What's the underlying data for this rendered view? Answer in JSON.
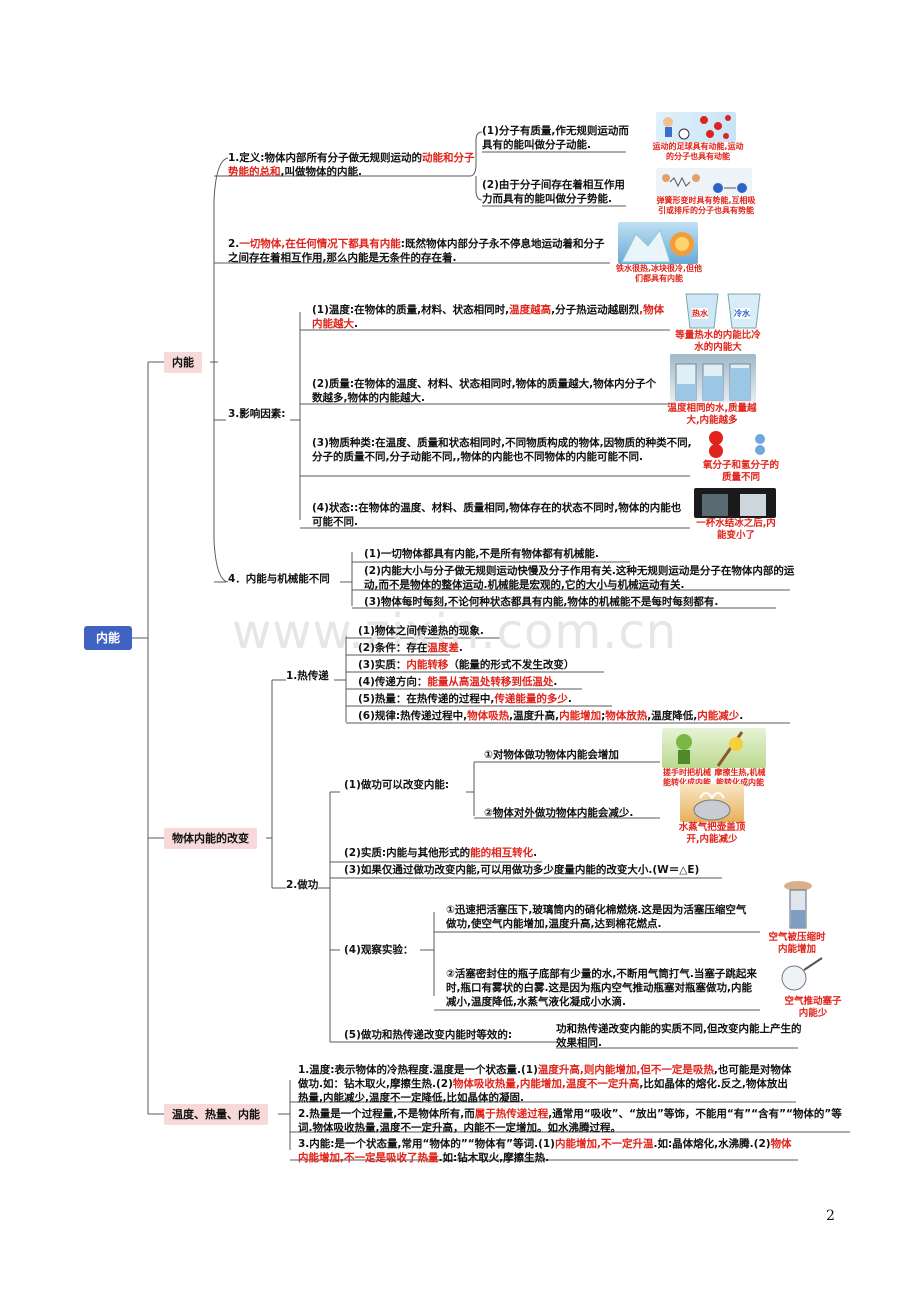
{
  "root": "内能",
  "watermark": "www.zixin.com.cn",
  "page_number": "2",
  "branches": {
    "neineng": {
      "label": "内能",
      "def": {
        "p1": "1.定义:物体内部所有分子做无规则运动的",
        "red": "动能和分子势能的总和",
        "p2": ",叫做物体的内能."
      },
      "ke": "(1)分子有质量,作无规则运动而具有的能叫做分子动能.",
      "pe": "(2)由于分子间存在着相互作用力而具有的能叫做分子势能.",
      "img_ke_cap": "运动的足球具有动能,运动的分子也具有动能",
      "img_pe_cap": "弹簧形变时具有势能,互相吸引或排斥的分子也具有势能",
      "always": {
        "num": "2.",
        "red": "一切物体,在任何情况下都具有内能",
        "p2": ":既然物体内部分子永不停息地运动着和分子之间存在着相互作用,那么内能是无条件的存在着."
      },
      "img_ice_cap": "铁水很热,冰块很冷,但他们都具有内能",
      "factors_label": "3.影响因素:",
      "temp": {
        "p1": "(1)温度:在物体的质量,材料、状态相同时,",
        "red1": "温度越高",
        "p2": ",分子热运动越剧烈",
        "red2": ",物体内能越大",
        "p3": "."
      },
      "hot_label": "热水",
      "cold_label": "冷水",
      "img_temp_cap": "等量热水的内能比冷水的内能大",
      "mass": "(2)质量:在物体的温度、材料、状态相同时,物体的质量越大,物体内分子个数越多,物体的内能越大.",
      "img_mass_cap": "温度相同的水,质量越大,内能越多",
      "kind": "(3)物质种类:在温度、质量和状态相同时,不同物质构成的物体,因物质的种类不同,分子的质量不同,分子动能不同,,物体的内能也不同物体的内能可能不同.",
      "img_kind_cap": "氧分子和氢分子的质量不同",
      "state": "(4)状态::在物体的温度、材料、质量相同,物体存在的状态不同时,物体的内能也可能不同.",
      "img_state_cap": "一杯水结冰之后,内能变小了",
      "mech_label": "4．内能与机械能不同",
      "mech1": "(1)一切物体都具有内能,不是所有物体都有机械能.",
      "mech2": "(2)内能大小与分子做无规则运动快慢及分子作用有关.这种无规则运动是分子在物体内部的运动,而不是物体的整体运动.机械能是宏观的,它的大小与机械运动有关.",
      "mech3": "(3)物体每时每刻,不论何种状态都具有内能,物体的机械能不是每时每刻都有."
    },
    "change": {
      "label": "物体内能的改变",
      "heat_label": "1.热传递",
      "h1": "(1)物体之间传递热的现象.",
      "h2": {
        "p1": "(2)条件：存在",
        "red": "温度差",
        "p2": "."
      },
      "h3": {
        "p1": "(3)实质：",
        "red": "内能转移",
        "p2": "（能量的形式不发生改变）"
      },
      "h4": {
        "p1": "(4)传递方向：",
        "red": "能量从高温处转移到低温处",
        "p2": "."
      },
      "h5": {
        "p1": "(5)热量：在热传递的过程中,",
        "red": "传递能量的多少",
        "p2": "."
      },
      "h6": {
        "p1": "(6)规律:热传递过程中,",
        "r1": "物体吸热",
        "p2": ",温度升高,",
        "r2": "内能增加",
        "p3": ";",
        "r3": "物体放热",
        "p4": ",温度降低,",
        "r4": "内能减少",
        "p5": "."
      },
      "work_label": "2.做功",
      "w1": "(1)做功可以改变内能:",
      "w1a": "①对物体做功物体内能会增加",
      "w1b": "②物体对外做功物体内能会减少.",
      "img_w1a_cap1": "搓手时把机械能转化成内能",
      "img_w1a_cap2": "摩擦生热,机械能转化成内能",
      "img_w1b_cap": "水蒸气把壶盖顶开,内能减少",
      "w2": {
        "p1": "(2)实质:内能与其他形式的",
        "red": "能的相互转化",
        "p2": "."
      },
      "w3": "(3)如果仅通过做功改变内能,可以用做功多少度量内能的改变大小.(W＝△E)",
      "w4": "(4)观察实验：",
      "w4a": "①迅速把活塞压下,玻璃筒内的硝化棉燃烧.这是因为活塞压缩空气做功,使空气内能增加,温度升高,达到棉花燃点.",
      "img_w4a_cap": "空气被压缩时内能增加",
      "w4b": "②活塞密封住的瓶子底部有少量的水,不断用气筒打气.当塞子跳起来时,瓶口有雾状的白雾.这是因为瓶内空气推动瓶塞对瓶塞做功,内能减小,温度降低,水蒸气液化凝成小水滴.",
      "img_w4b_cap": "空气推动塞子内能少",
      "w5": "(5)做功和热传递改变内能时等效的:",
      "w5b": "功和热传递改变内能的实质不同,但改变内能上产生的效果相同."
    },
    "compare": {
      "label": "温度、热量、内能",
      "c1": {
        "p1": "1.温度:表示物体的冷热程度.温度是一个状态量.(1)",
        "r1": "温度升高,则内能增加,但不一定是吸热",
        "p2": ",也可能是对物体做功.如：钻木取火,摩擦生热.(2)",
        "r2": "物体吸收热量,内能增加,温度不一定升高",
        "p3": ",比如晶体的熔化.反之,物体放出热量,内能减少,温度不一定降低,比如晶体的凝固."
      },
      "c2": {
        "p1": "2.热量是一个过程量,不是物体所有,而",
        "r1": "属于热传递过程",
        "p2": ",通常用“吸收”、“放出”等饰，不能用“有”“含有”“物体的”等词.物体吸收热量,温度不一定升高，内能不一定增加。如水沸腾过程。"
      },
      "c3": {
        "p1": "3.内能:是一个状态量,常用“物体的”“物体有”等词.(1)",
        "r1": "内能增加,不一定升温",
        "p2": ".如:晶体熔化,水沸腾.(2)",
        "r2": "物体内能增加,不一定是吸收了热量",
        "p3": ".如:钻木取火,摩擦生热."
      }
    }
  },
  "colors": {
    "root_bg": "#3f62c3",
    "branch_bg": "#f7d9d9",
    "red": "#e0241b",
    "line": "#555555"
  }
}
